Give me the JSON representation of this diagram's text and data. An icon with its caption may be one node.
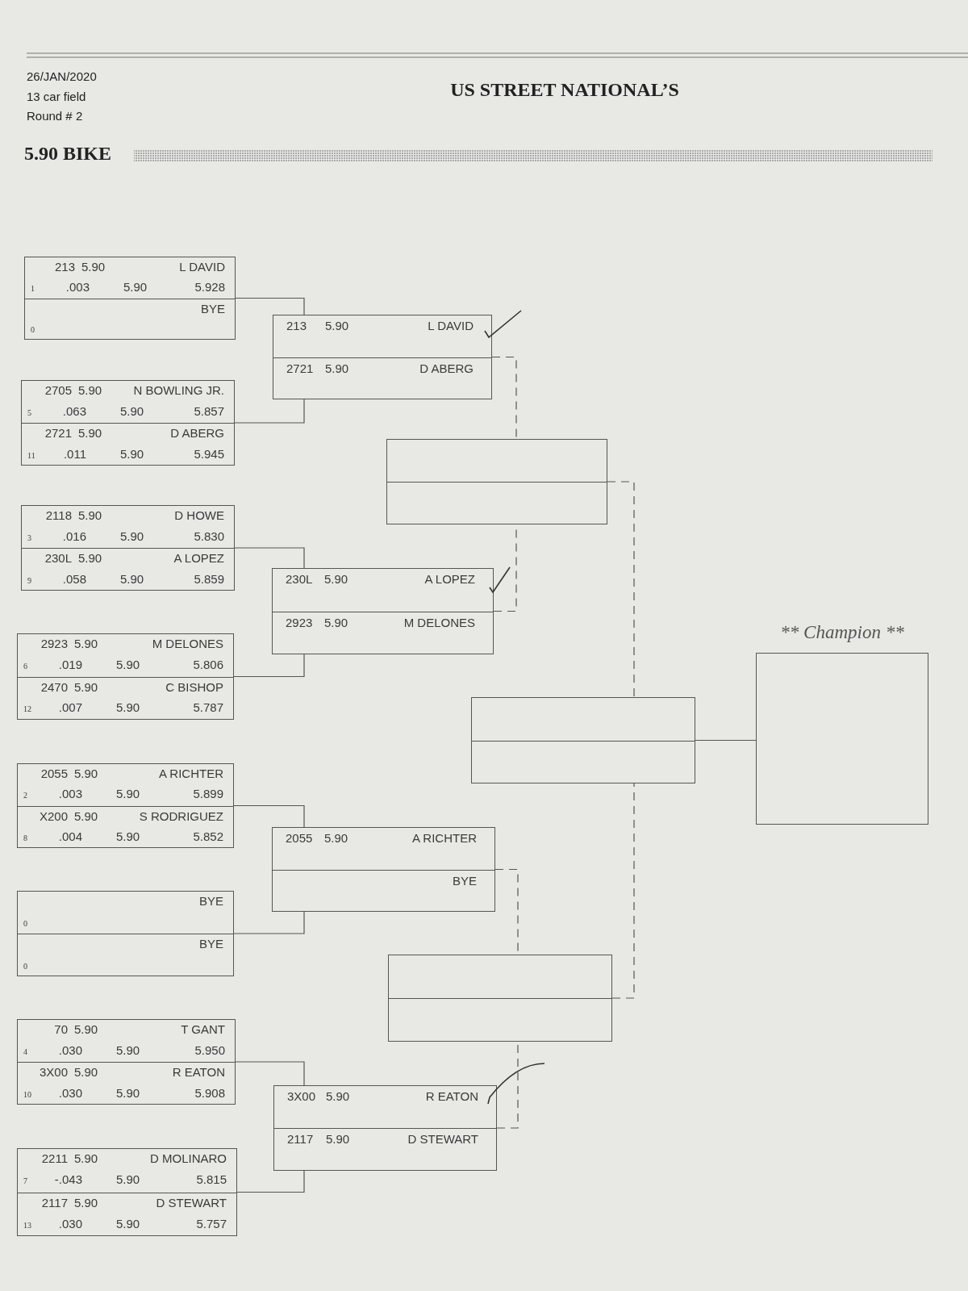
{
  "diagram": {
    "title": "US STREET NATIONAL’S",
    "nodes": [
      {
        "text": [
          "213",
          "5.90",
          "L DAVID",
          "1",
          ".003",
          "5.90",
          "5.928",
          "BYE",
          "0"
        ]
      },
      {
        "text": [
          "2705",
          "5.90",
          "N BOWLING JR.",
          "5",
          ".063",
          "5.90",
          "5.857",
          "2721",
          "5.90",
          "D ABERG",
          "11",
          ".011",
          "5.90",
          "5.945"
        ]
      },
      {
        "text": [
          "2118",
          "5.90",
          "D HOWE",
          "3",
          ".016",
          "5.90",
          "5.830",
          "230L",
          "5.90",
          "A LOPEZ",
          "9",
          ".058",
          "5.90",
          "5.859"
        ]
      },
      {
        "text": [
          "2923",
          "5.90",
          "M DELONES",
          "6",
          ".019",
          "5.90",
          "5.806",
          "2470",
          "5.90",
          "C BISHOP",
          "12",
          ".007",
          "5.90",
          "5.787"
        ]
      },
      {
        "text": [
          "2055",
          "5.90",
          "A RICHTER",
          "2",
          ".003",
          "5.90",
          "5.899",
          "X200",
          "5.90",
          "S RODRIGUEZ",
          "8",
          ".004",
          "5.90",
          "5.852"
        ]
      },
      {
        "text": [
          "BYE",
          "0",
          "BYE",
          "0"
        ]
      },
      {
        "text": [
          "70",
          "5.90",
          "T GANT",
          "4",
          ".030",
          "5.90",
          "5.950",
          "3X00",
          "5.90",
          "R EATON",
          "10",
          ".030",
          "5.90",
          "5.908"
        ]
      },
      {
        "text": [
          "2211",
          "5.90",
          "D MOLINARO",
          "7",
          "-.043",
          "5.90",
          "5.815",
          "2117",
          "5.90",
          "D STEWART",
          "13",
          ".030",
          "5.90",
          "5.757"
        ]
      },
      {
        "text": [
          "213",
          "5.90",
          "L DAVID",
          "2721",
          "5.90",
          "D ABERG"
        ]
      },
      {
        "text": [
          "230L",
          "5.90",
          "A LOPEZ",
          "2923",
          "5.90",
          "M DELONES"
        ]
      },
      {
        "text": [
          "2055",
          "5.90",
          "A RICHTER",
          "BYE"
        ]
      },
      {
        "text": [
          "3X00",
          "5.90",
          "R EATON",
          "2117",
          "5.90",
          "D STEWART"
        ]
      },
      {
        "text": [],
        "shape": "box"
      },
      {
        "text": [],
        "shape": "box"
      },
      {
        "text": [],
        "shape": "box"
      },
      {
        "text": [
          "** Champion **"
        ]
      }
    ],
    "edges": [
      {
        "from": 0,
        "to": 8,
        "arrow": "none"
      },
      {
        "from": 1,
        "to": 8,
        "arrow": "none"
      },
      {
        "from": 2,
        "to": 9,
        "arrow": "none"
      },
      {
        "from": 3,
        "to": 9,
        "arrow": "none"
      },
      {
        "from": 4,
        "to": 10,
        "arrow": "none"
      },
      {
        "from": 5,
        "to": 10,
        "arrow": "none"
      },
      {
        "from": 6,
        "to": 11,
        "arrow": "none"
      },
      {
        "from": 7,
        "to": 11,
        "arrow": "none"
      },
      {
        "from": 8,
        "to": 12,
        "arrow": "none",
        "style": "dashed"
      },
      {
        "from": 9,
        "to": 12,
        "arrow": "none",
        "style": "dashed"
      },
      {
        "from": 10,
        "to": 14,
        "arrow": "none",
        "style": "dashed"
      },
      {
        "from": 11,
        "to": 14,
        "arrow": "none",
        "style": "dashed"
      },
      {
        "from": 12,
        "to": 13,
        "arrow": "none",
        "style": "dashed"
      },
      {
        "from": 14,
        "to": 13,
        "arrow": "none",
        "style": "dashed"
      },
      {
        "from": 13,
        "to": 15,
        "arrow": "none"
      }
    ],
    "labels": [
      "26/JAN/2020",
      "13 car field",
      "Round # 2",
      "5.90 BIKE"
    ]
  }
}
